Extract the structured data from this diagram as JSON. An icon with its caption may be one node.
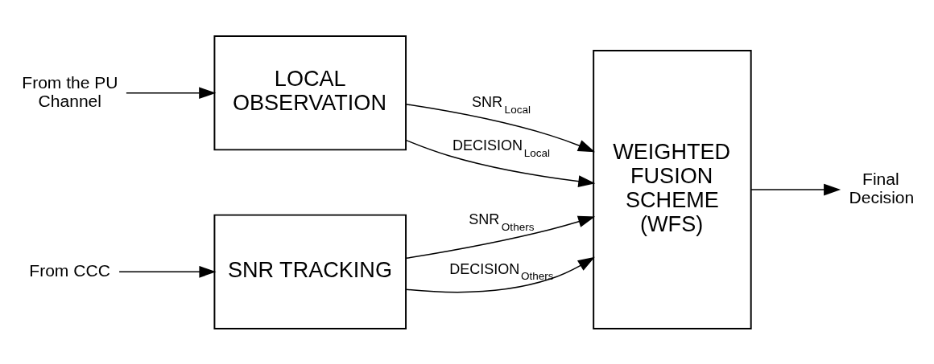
{
  "diagram": {
    "nodes": [
      {
        "text": [
          "From the PU Channel"
        ]
      },
      {
        "text": [
          "LOCAL OBSERVATION"
        ]
      },
      {
        "text": [
          "From CCC"
        ]
      },
      {
        "text": [
          "SNR TRACKING"
        ]
      },
      {
        "text": [
          "WEIGHTED FUSION SCHEME (WFS)"
        ]
      },
      {
        "text": [
          "Final Decision"
        ]
      }
    ],
    "edges": [
      {
        "from": 0,
        "to": 1,
        "arrow": "to"
      },
      {
        "from": 1,
        "to": 4,
        "arrow": "to",
        "label": "SNR$_{Local}$"
      },
      {
        "from": 1,
        "to": 4,
        "arrow": "to",
        "label": "DECISION$_{Local}$"
      },
      {
        "from": 2,
        "to": 3,
        "arrow": "to"
      },
      {
        "from": 3,
        "to": 4,
        "arrow": "to",
        "label": "SNR$_{Others}$"
      },
      {
        "from": 3,
        "to": 4,
        "arrow": "to",
        "label": "DECISION$_{Others}$"
      },
      {
        "from": 4,
        "to": 5,
        "arrow": "to"
      }
    ]
  }
}
